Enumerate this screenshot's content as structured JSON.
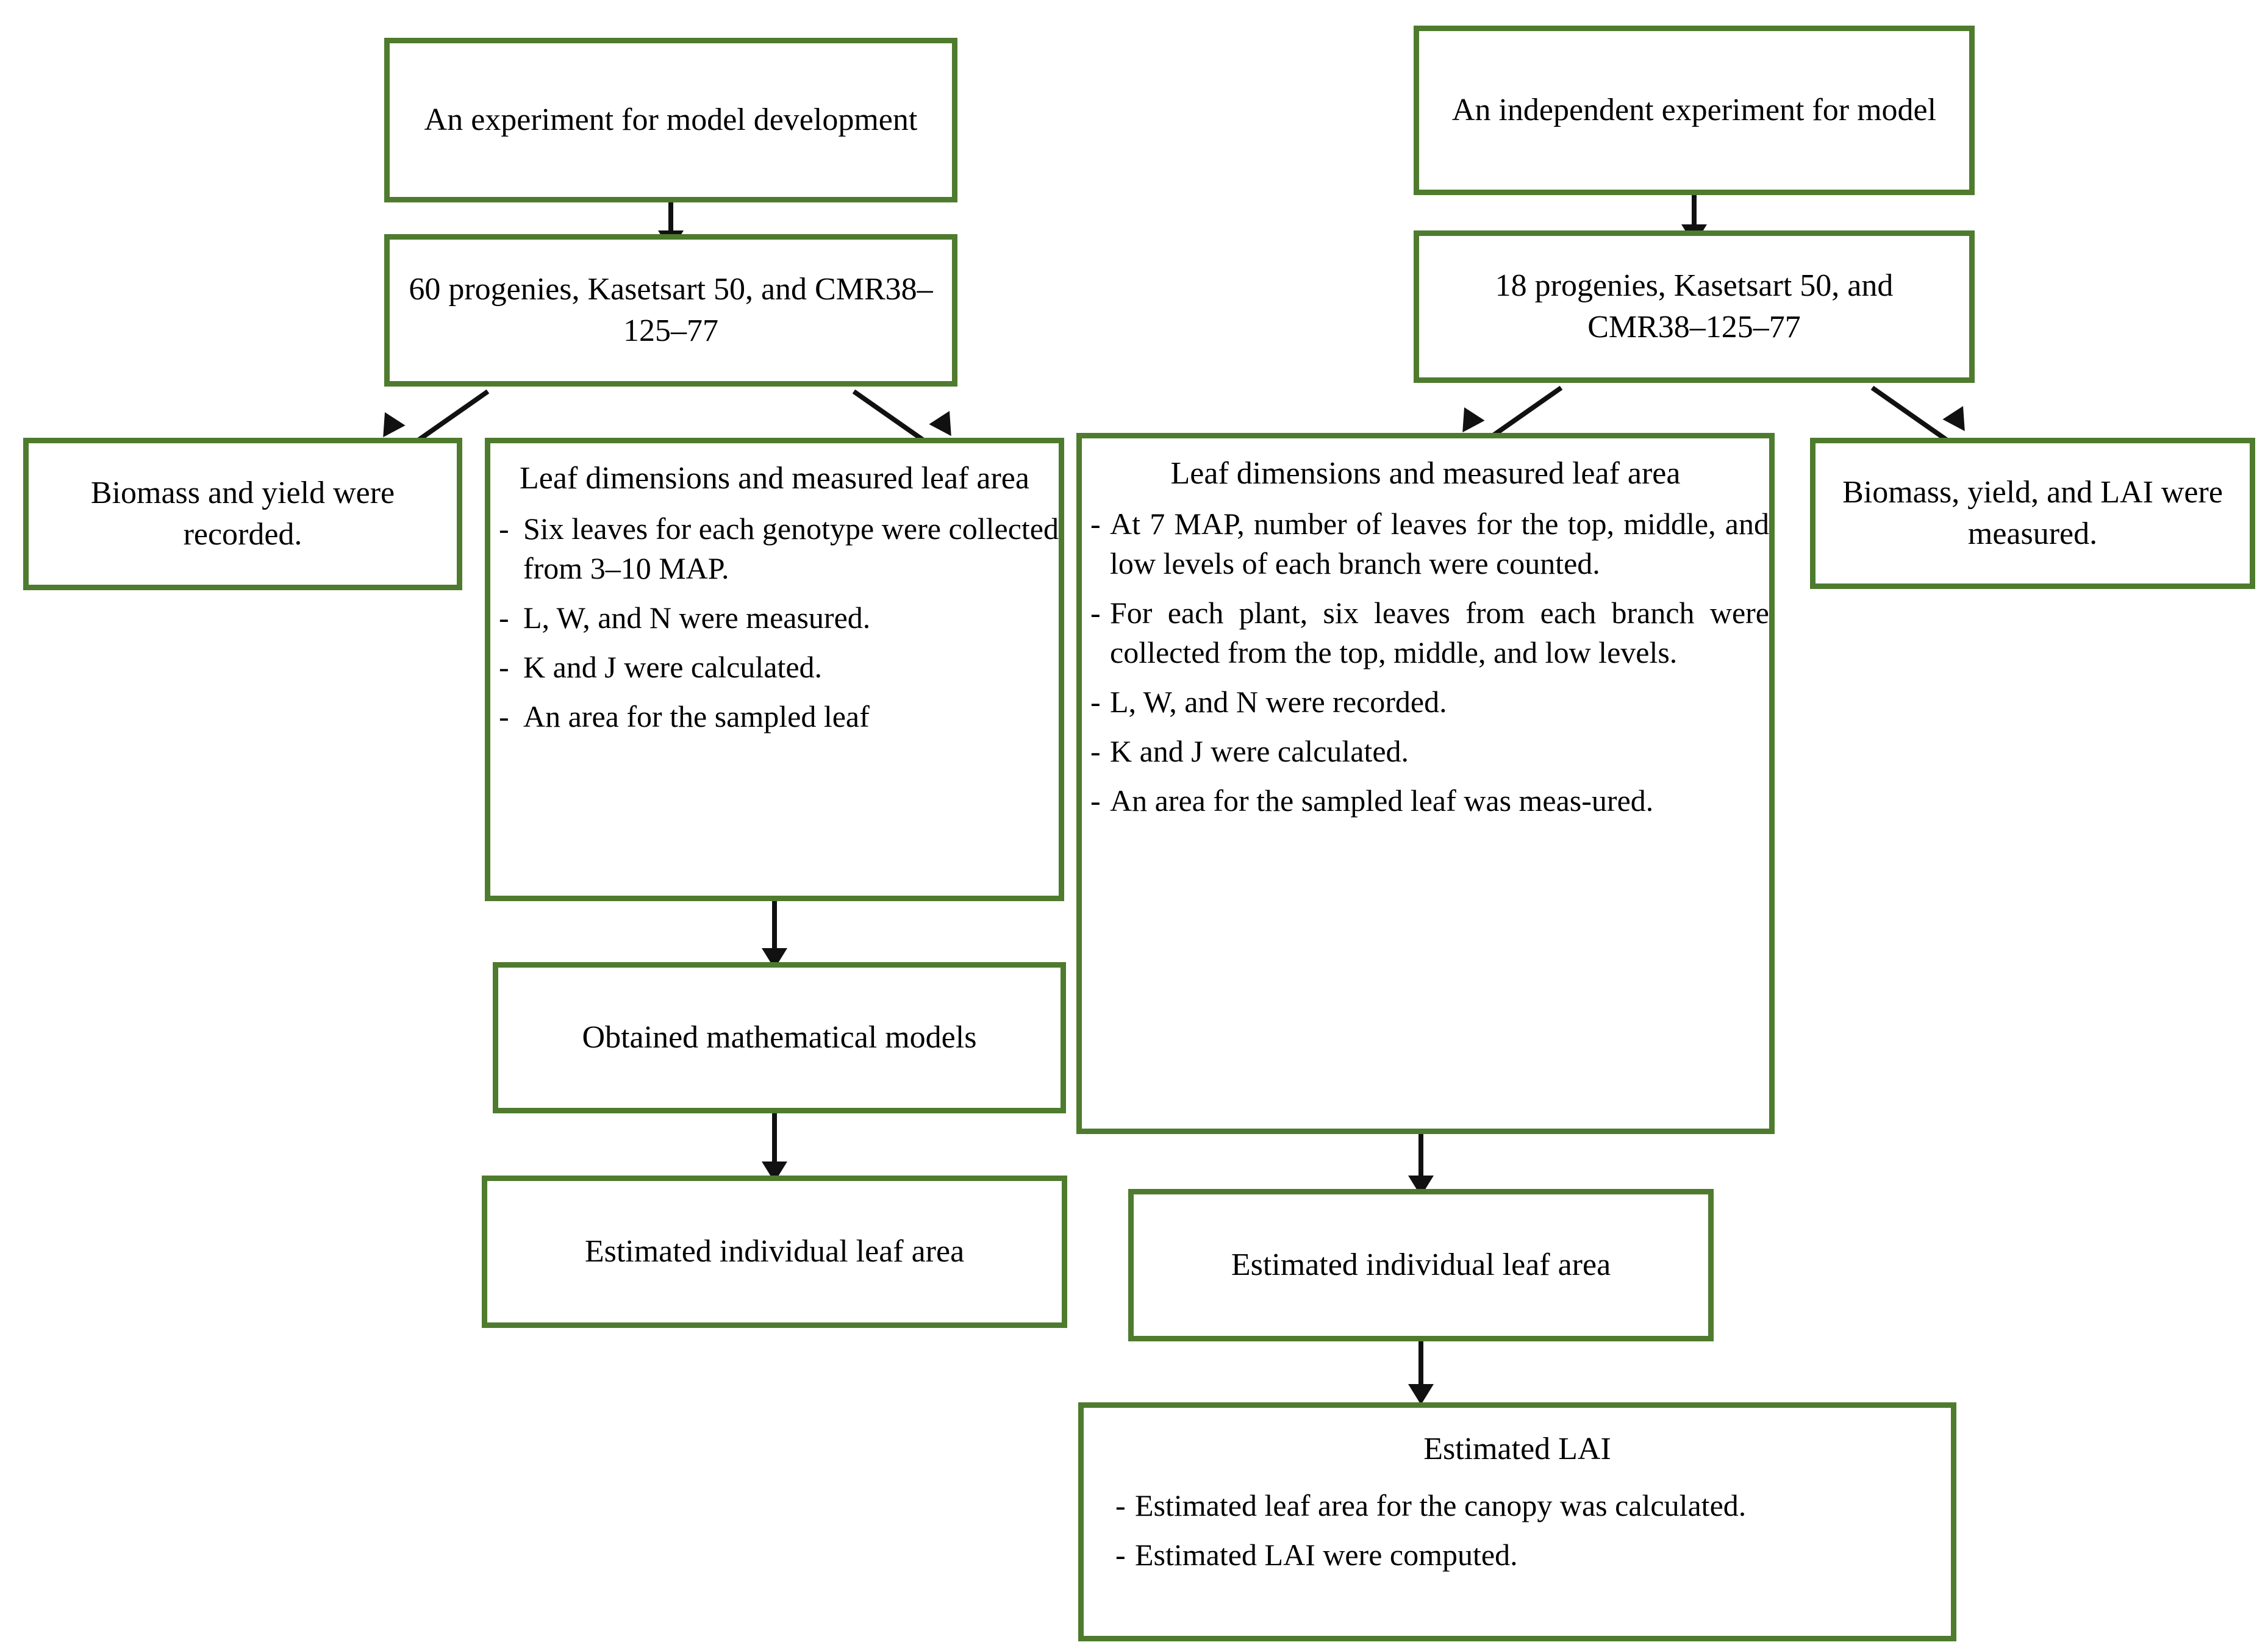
{
  "diagram": {
    "title": "Experimental workflow for leaf area and LAI model development and validation",
    "accent_color": "#4E7B2E",
    "arrow_color": "#111111",
    "background": "#ffffff"
  },
  "nodes": {
    "left_experiment": {
      "title": "An experiment for model development"
    },
    "left_progenies": {
      "title": "60 progenies, Kasetsart 50, and CMR38–125–77"
    },
    "left_biomass": {
      "title": "Biomass and yield were recorded."
    },
    "left_leaf": {
      "title": "Leaf dimensions and measured leaf area",
      "bullets": [
        "Six leaves for each genotype were collected from 3–10 MAP.",
        "L, W, and N were measured.",
        "K and J were calculated.",
        "An area for the sampled leaf"
      ]
    },
    "left_models": {
      "title": "Obtained mathematical models"
    },
    "left_estimated_leaf_area": {
      "title": "Estimated individual leaf area"
    },
    "right_experiment": {
      "title": "An independent experiment for model"
    },
    "right_progenies": {
      "title": "18 progenies, Kasetsart 50, and CMR38–125–77"
    },
    "right_biomass": {
      "title": "Biomass, yield, and LAI were measured."
    },
    "right_leaf": {
      "title": "Leaf dimensions and measured leaf area",
      "bullets": [
        "At 7 MAP, number of leaves for the top, middle, and low levels of each branch were counted.",
        "For each plant, six leaves from each branch were collected from the top, middle, and low levels.",
        "L, W, and N were recorded.",
        "K and J were calculated.",
        "An area for the sampled leaf was meas-ured."
      ]
    },
    "right_estimated_leaf_area": {
      "title": "Estimated individual leaf area"
    },
    "estimated_lai": {
      "title": "Estimated LAI",
      "bullets": [
        "Estimated leaf area for the canopy was calculated.",
        "Estimated LAI were computed."
      ]
    }
  },
  "bullet_marker": "-"
}
